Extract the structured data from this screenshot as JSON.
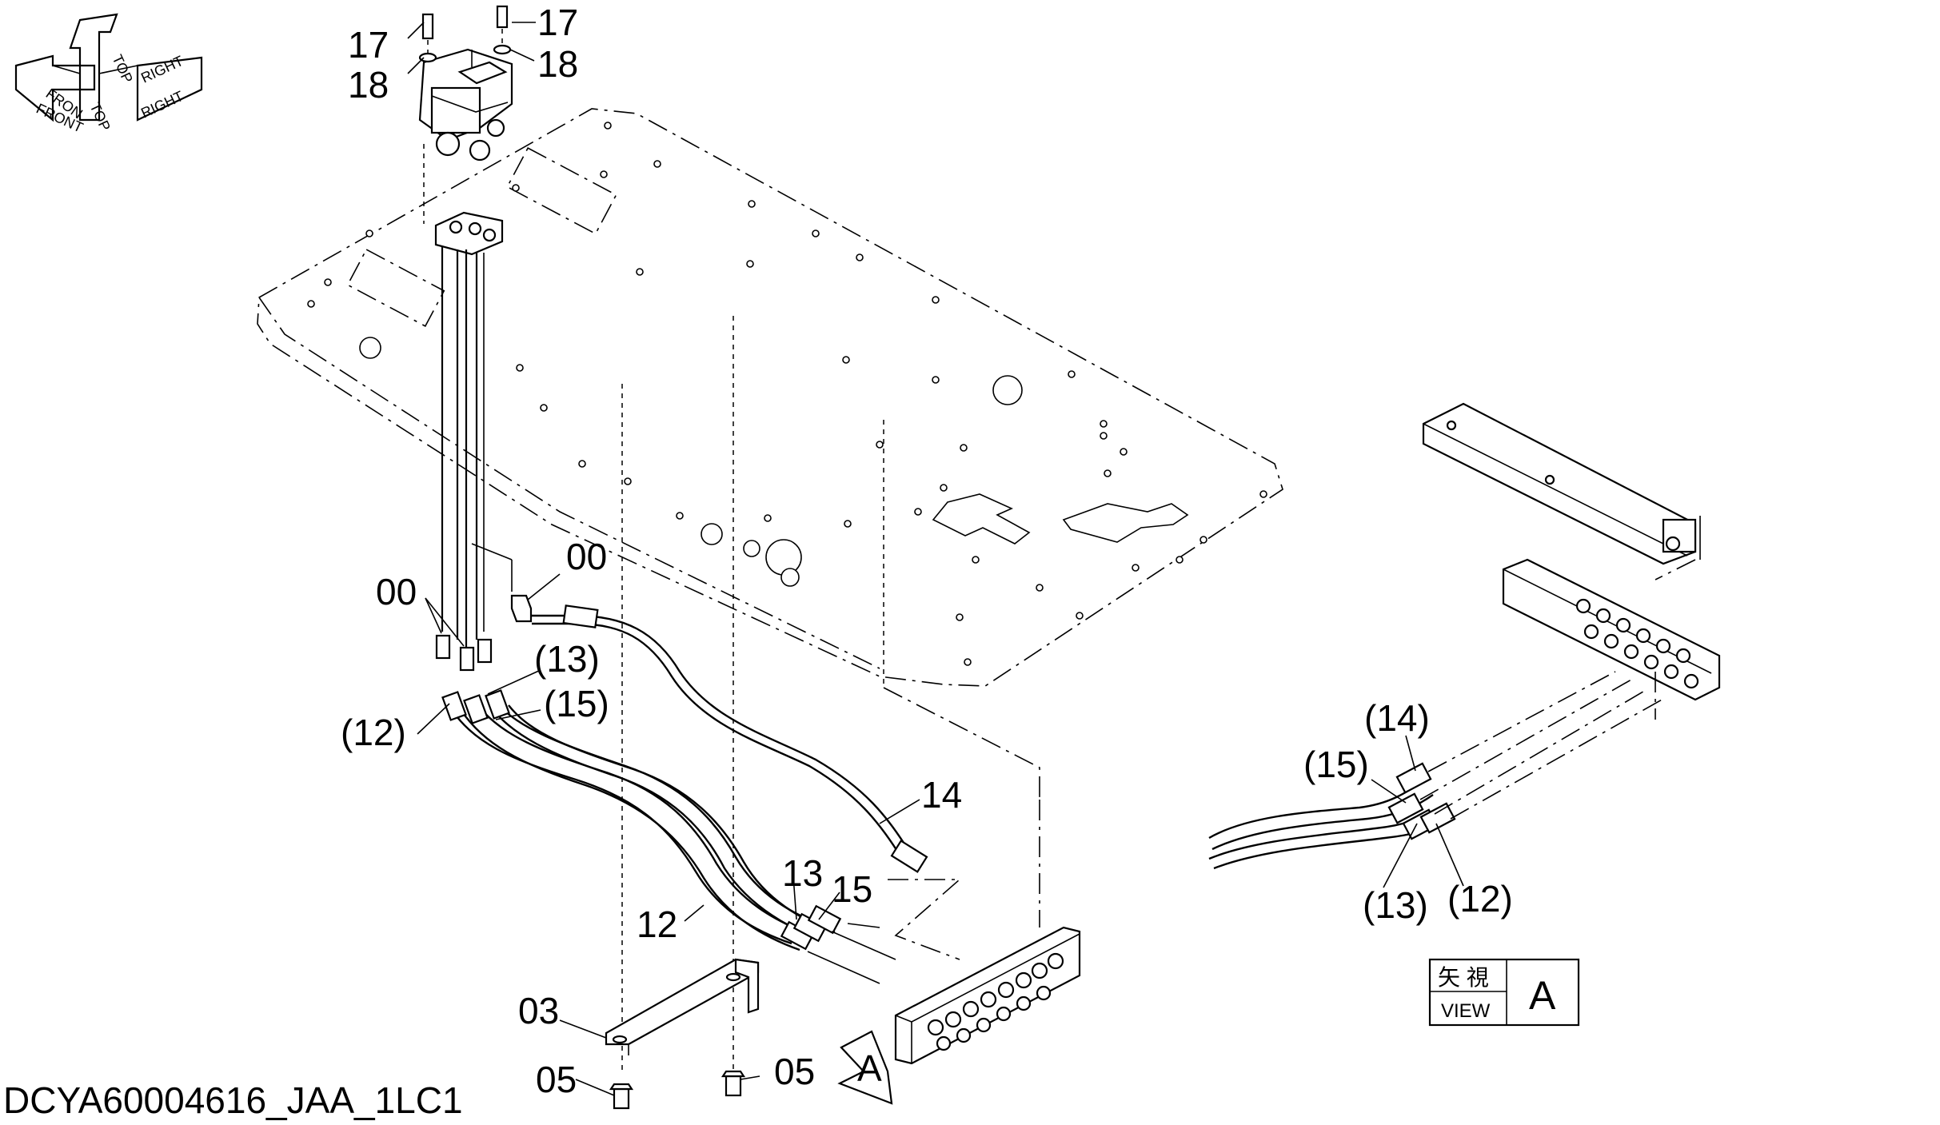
{
  "drawing_code": "DCYA60004616_JAA_1LC1",
  "orientation": {
    "labels": [
      "TOP",
      "RIGHT",
      "FRONT",
      "FRON",
      "RIGHT",
      "TOP"
    ]
  },
  "view_box": {
    "kanji": "矢 視",
    "view": "VIEW",
    "letter": "A"
  },
  "view_marker": "A",
  "callouts": {
    "c17a": "17",
    "c17b": "17",
    "c18a": "18",
    "c18b": "18",
    "c00a": "00",
    "c00b": "00",
    "c13p": "(13)",
    "c15p": "(15)",
    "c12p": "(12)",
    "c14": "14",
    "c13": "13",
    "c15": "15",
    "c12": "12",
    "c03": "03",
    "c05a": "05",
    "c05b": "05",
    "va14": "(14)",
    "va15": "(15)",
    "va13": "(13)",
    "va12": "(12)"
  }
}
